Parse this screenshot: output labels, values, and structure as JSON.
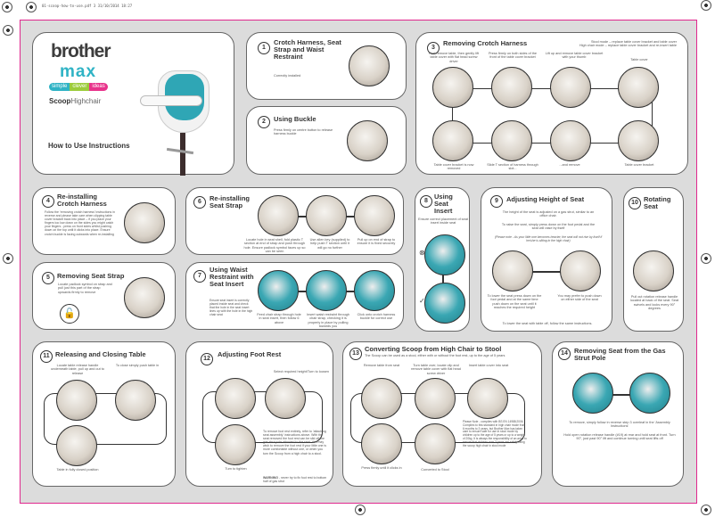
{
  "header": {
    "file": "01-scoop-how-to-use.pdf   3   31/10/2014   18:27"
  },
  "cover": {
    "logo_line1": "brother",
    "logo_line2": "max",
    "tagline": [
      "simple",
      "clever",
      "ideas"
    ],
    "product_bold": "Scoop",
    "product_light": "Highchair",
    "subtitle": "How to Use Instructions",
    "colors": {
      "teal": "#2fb3c5",
      "green": "#9ccc3c",
      "pink": "#e8338b",
      "seat": "#2fa6b5"
    }
  },
  "s1": {
    "num": "1",
    "title": "Crotch Harness, Seat Strap and Waist Restraint",
    "text": "Correctly installed"
  },
  "s2": {
    "num": "2",
    "title": "Using Buckle",
    "text": "Press firmly on centre button to release harness buckle"
  },
  "s3": {
    "num": "3",
    "title": "Removing Crotch Harness",
    "note1": "Stool mode – replace table cover bracket and table cover",
    "note2": "High chair mode – replace table cover bracket and re-insert table",
    "captions": [
      "First remove table, then gently lift table cover with flat head screw driver",
      "Press firmly on both sides of the front of the table cover bracket",
      "Lift up and remove table cover bracket with your thumb",
      "Table cover",
      "Table cover bracket is now removed",
      "Slide T section of harness through slot...",
      "...and remove",
      "Table cover bracket"
    ]
  },
  "s4": {
    "num": "4",
    "title": "Re-installing Crotch Harness",
    "text": "Follow the 'removing crotch harness' instructions in reverse and please take care when clipping table cover bracket back into place – if you place your fingers too low down on the sides you might catch your fingers - press on front sides whilst pushing down on the top until it clicks into place. Ensure crotch buckle is facing outwards when re-installing"
  },
  "s5": {
    "num": "5",
    "title": "Removing Seat Strap",
    "text": "Locate padlock symbol on strap and pull just this part of the strap upwards firmly to remove"
  },
  "s6": {
    "num": "6",
    "title": "Re-installing Seat Strap",
    "captions": [
      "Locate hole in seat shell, fold plastic T section at end of strap and push through hole. Ensure padlock symbol faces up so can be seen",
      "Use allen key (supplied) to help push T section until it will go no further",
      "Pull up on end of strap to ensure it is fixed securely"
    ]
  },
  "s7": {
    "num": "7",
    "title": "Using Waist Restraint with Seat Insert",
    "text": "Ensure seat insert is correctly placed inside seat and check that the hole in the seat insert lines up with the hole in the high chair seat",
    "captions": [
      "Feed chair strap through hole in seat insert, then follow 6 above",
      "Insert waist restraint through chair strap, checking it is properly in place by pulling towards you",
      "Click onto crotch harness buckle for correct use"
    ]
  },
  "s8": {
    "num": "8",
    "title": "Using Seat Insert",
    "text": "Ensure correct placement of seat insert inside seat"
  },
  "s9": {
    "num": "9",
    "title": "Adjusting Height of Seat",
    "p1": "The height of the seat is adjusted on a gas strut, similar to an office chair.",
    "p2": "To raise the seat, simply press down on the foot pedal and the seat will raise by itself",
    "p3": "(Please note - As your little one becomes heavier, the seat will not rise by itself if he/she is sitting in the high chair)",
    "captions": [
      "To lower the seat press down on the foot pedal and at the same time push down on the seat until it reaches the required height",
      "You may prefer to push down on either side of the seat"
    ],
    "footer": "To lower the seat with table off, follow the same instructions."
  },
  "s10": {
    "num": "10",
    "title": "Rotating Seat",
    "text": "Pull out rotation release handle located at back of the seat. Seat swivels and locks every 90° degrees"
  },
  "s11": {
    "num": "11",
    "title": "Releasing and Closing Table",
    "captions": [
      "Locate table release handle underneath table, pull up and out to release",
      "To close simply push table in",
      "Table in fully closed position"
    ]
  },
  "s12": {
    "num": "12",
    "title": "Adjusting Foot Rest",
    "top": "Select required height/Turn to loosen",
    "caption": "Turn to tighten",
    "text": "To remove foot rest entirely, refer to 'attaching seat assembly' instructions above. With the seat removed the foot rest can be slid off the gas strut pole attached to the seat. You may wish to remove the foot rest if your little one is more comfortable without one, or when you turn the Scoop from a high chair to a stool.",
    "warning_label": "WARNING",
    "warning": " - never try to fix foot rest to bottom half of gas strut"
  },
  "s13": {
    "num": "13",
    "title": "Converting Scoop from High Chair to Stool",
    "text": "The Scoop can be used as a stool, either with or without the foot rest, up to the age of 5 years",
    "captions": [
      "Remove table from seat",
      "Turn table over, locate clip and remove table cover with flat head screw driver",
      "Insert table cover into seat",
      "Press firmly until it clicks in",
      "Converted to Stool"
    ],
    "note": "Please Note - complies with BS EN 14988:2006. Complies to this standard in high chair mode from 6 months to 3 years, but Brother Max has taken care to ensure safe for use in stool mode by children up to the age of 5 years or up to a weight of 20kg. It is always the responsibility of an adult to ensure that children over 3 years are safely using the scoop high chair in stool mode"
  },
  "s14": {
    "num": "14",
    "title": "Removing Seat from the Gas Strut Pole",
    "p1": "To remove, simply follow in reverse step 3 overleaf in the 'Assembly Instructions'",
    "p2": "Hold open rotation release handle (#19) at rear and hold seat at front. Turn 90°, just past 90° lift and continue turning until seat lifts off"
  }
}
